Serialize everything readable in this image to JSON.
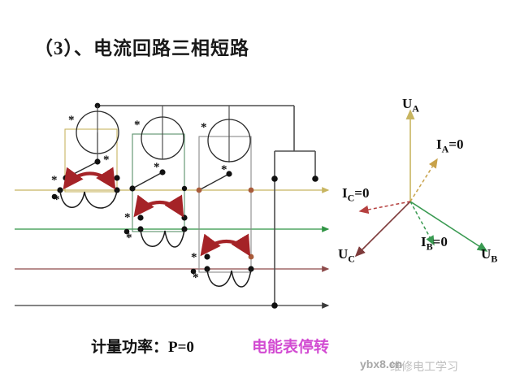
{
  "slide": {
    "title": "（3）、电流回路三相短路",
    "background": "#ffffff"
  },
  "circuit": {
    "name": "three-phase current circuit short-circuit wiring",
    "ct_count": 3,
    "polarity_mark": "*",
    "coil_count": 3,
    "short_arrow_color": "#a52327",
    "wire_color": "#4f4f4f",
    "bus_lines": [
      {
        "phase": "A",
        "color": "#c8b560",
        "label": ""
      },
      {
        "phase": "B",
        "color": "#2f9444",
        "label": ""
      },
      {
        "phase": "C",
        "color": "#8d4a4a",
        "label": ""
      },
      {
        "phase": "N",
        "color": "#3a3a3a",
        "label": ""
      }
    ],
    "ct_boxes": [
      {
        "phase": "A",
        "color": "#c8b560"
      },
      {
        "phase": "B",
        "color": "#5a8f6a"
      },
      {
        "phase": "C",
        "color": "#8a8a8a"
      }
    ]
  },
  "phasor": {
    "title": "",
    "origin_label": "",
    "vectors": [
      {
        "id": "UA",
        "label": "U",
        "sub": "A",
        "text": "U_A",
        "color": "#c8b560",
        "style": "solid",
        "angle_deg": 90,
        "length": 112
      },
      {
        "id": "UB",
        "label": "U",
        "sub": "B",
        "text": "U_B",
        "color": "#3a9a52",
        "style": "solid",
        "angle_deg": -33,
        "length": 112
      },
      {
        "id": "UC",
        "label": "U",
        "sub": "C",
        "text": "U_C",
        "color": "#7e3b3b",
        "style": "solid",
        "angle_deg": -123,
        "length": 112
      },
      {
        "id": "IA",
        "label": "I",
        "sub": "A",
        "text": "I_A=0",
        "color": "#c8a24a",
        "style": "dashed",
        "angle_deg": 58,
        "length": 62
      },
      {
        "id": "IB",
        "label": "I",
        "sub": "B",
        "text": "I_B=0",
        "color": "#3a9a52",
        "style": "dashed",
        "angle_deg": -62,
        "length": 62
      },
      {
        "id": "IC",
        "label": "I",
        "sub": "C",
        "text": "I_C=0",
        "color": "#b5403f",
        "style": "dashed",
        "angle_deg": 188,
        "length": 62
      }
    ],
    "labels": {
      "ua": "U",
      "ua_sub": "A",
      "ub": "U",
      "ub_sub": "B",
      "uc": "U",
      "uc_sub": "C",
      "ia": "I",
      "ia_sub": "A",
      "ia_eq": "=0",
      "ib": "I",
      "ib_sub": "B",
      "ib_eq": "=0",
      "ic": "I",
      "ic_sub": "C",
      "ic_eq": "=0"
    }
  },
  "footer": {
    "power_text": "计量功率：P=0",
    "meter_text": "电能表停转",
    "meter_color": "#d24bd2"
  },
  "watermark": {
    "primary": "ybx8.cn",
    "secondary": "维修电工学习"
  }
}
